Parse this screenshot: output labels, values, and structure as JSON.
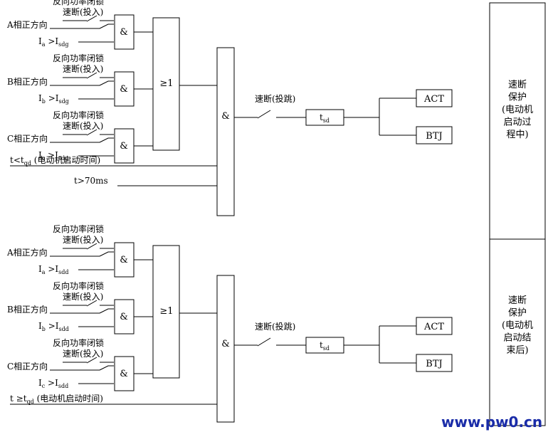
{
  "common": {
    "phases": [
      "A相正方向",
      "B相正方向",
      "C相正方向"
    ],
    "reverse_lock": "反向功率闭锁",
    "instant_enable": "速断(投入)",
    "and_gate": "&",
    "or_gate": "≥1",
    "trip_switch": "速断(投跳)",
    "outputs": [
      "ACT",
      "BTJ"
    ]
  },
  "sections": [
    {
      "currents": [
        {
          "pre": "I",
          "sub1": "a",
          "mid": " >I",
          "sub2": "sdg"
        },
        {
          "pre": "I",
          "sub1": "b",
          "mid": " >I",
          "sub2": "sdg"
        },
        {
          "pre": "I",
          "sub1": "c",
          "mid": " >I",
          "sub2": "sdg"
        }
      ],
      "cond1": {
        "pre": "t<t",
        "sub": "qd",
        "post": " (电动机启动时间)"
      },
      "cond2": "t>70ms",
      "timer_pre": "t",
      "timer_sub": "sd",
      "side_label": [
        "速断",
        "保护",
        "(电动机",
        "启动过",
        "程中)"
      ]
    },
    {
      "currents": [
        {
          "pre": "I",
          "sub1": "a",
          "mid": " >I",
          "sub2": "sdd"
        },
        {
          "pre": "I",
          "sub1": "b",
          "mid": " >I",
          "sub2": "sdd"
        },
        {
          "pre": "I",
          "sub1": "c",
          "mid": " >I",
          "sub2": "sdd"
        }
      ],
      "cond1": {
        "pre": "t ≥t",
        "sub": "qd",
        "post": " (电动机启动时间)"
      },
      "timer_pre": "t",
      "timer_sub": "sd",
      "side_label": [
        "速断",
        "保护",
        "(电动机",
        "启动结",
        "束后)"
      ]
    }
  ],
  "watermark": "www.pw0.cn"
}
